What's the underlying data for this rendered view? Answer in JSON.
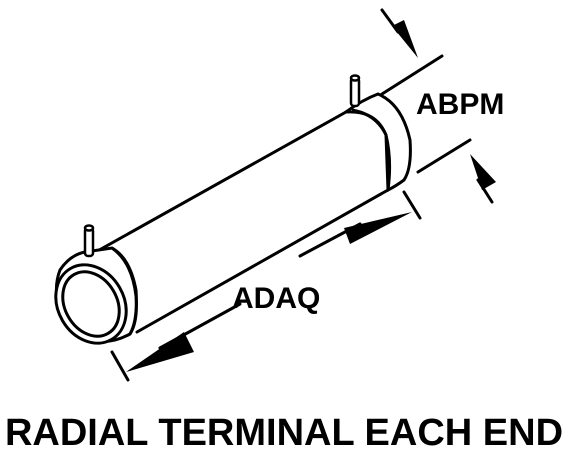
{
  "labels": {
    "diameter": "ABPM",
    "length": "ADAQ",
    "caption": "RADIAL TERMINAL EACH END"
  }
}
